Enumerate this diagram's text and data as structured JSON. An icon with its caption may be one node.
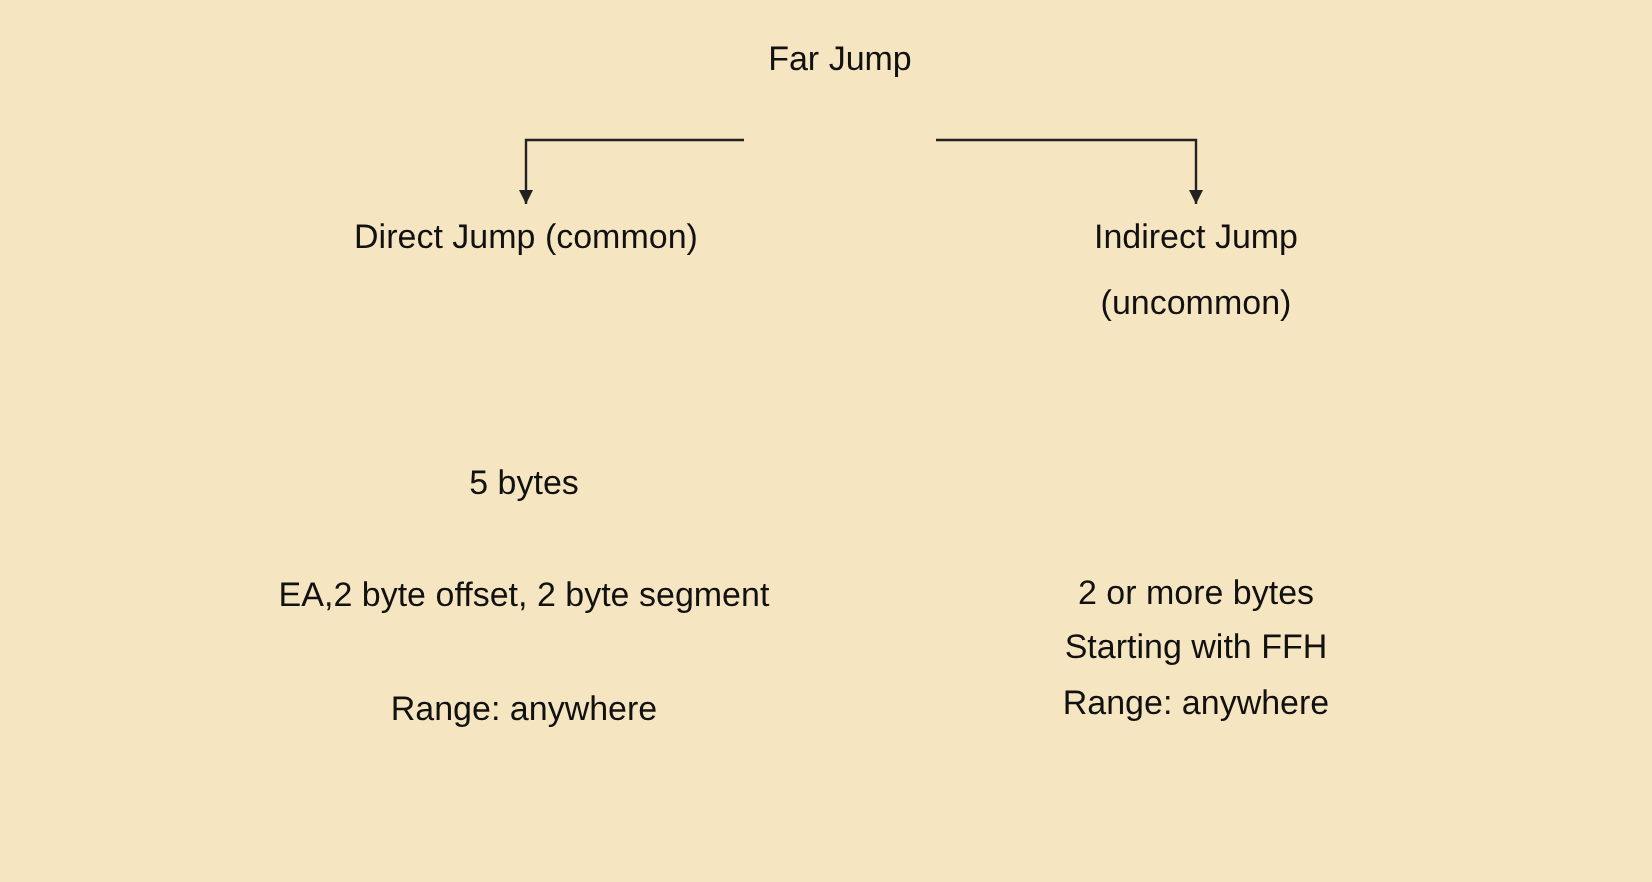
{
  "diagram": {
    "nodes": [
      {
        "text": [
          "Far Jump"
        ]
      },
      {
        "text": [
          "Direct Jump (common)"
        ]
      },
      {
        "text": [
          "Indirect Jump (uncommon)"
        ]
      }
    ],
    "edges": [
      {
        "from": 0,
        "to": 1,
        "arrow": "to"
      },
      {
        "from": 0,
        "to": 2,
        "arrow": "to"
      }
    ],
    "labels": [
      "5 bytes",
      "EA,2 byte offset, 2 byte segment",
      "Range: anywhere",
      "2 or more bytes",
      "Starting with FFH",
      "Range: anywhere"
    ]
  }
}
